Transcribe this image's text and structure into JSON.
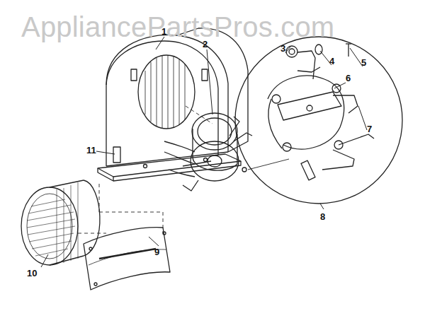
{
  "diagram": {
    "labels": [
      "AppliancePartsPros.com",
      "1",
      "2",
      "3",
      "4",
      "5",
      "6",
      "7",
      "8",
      "11",
      "9",
      "10"
    ]
  }
}
